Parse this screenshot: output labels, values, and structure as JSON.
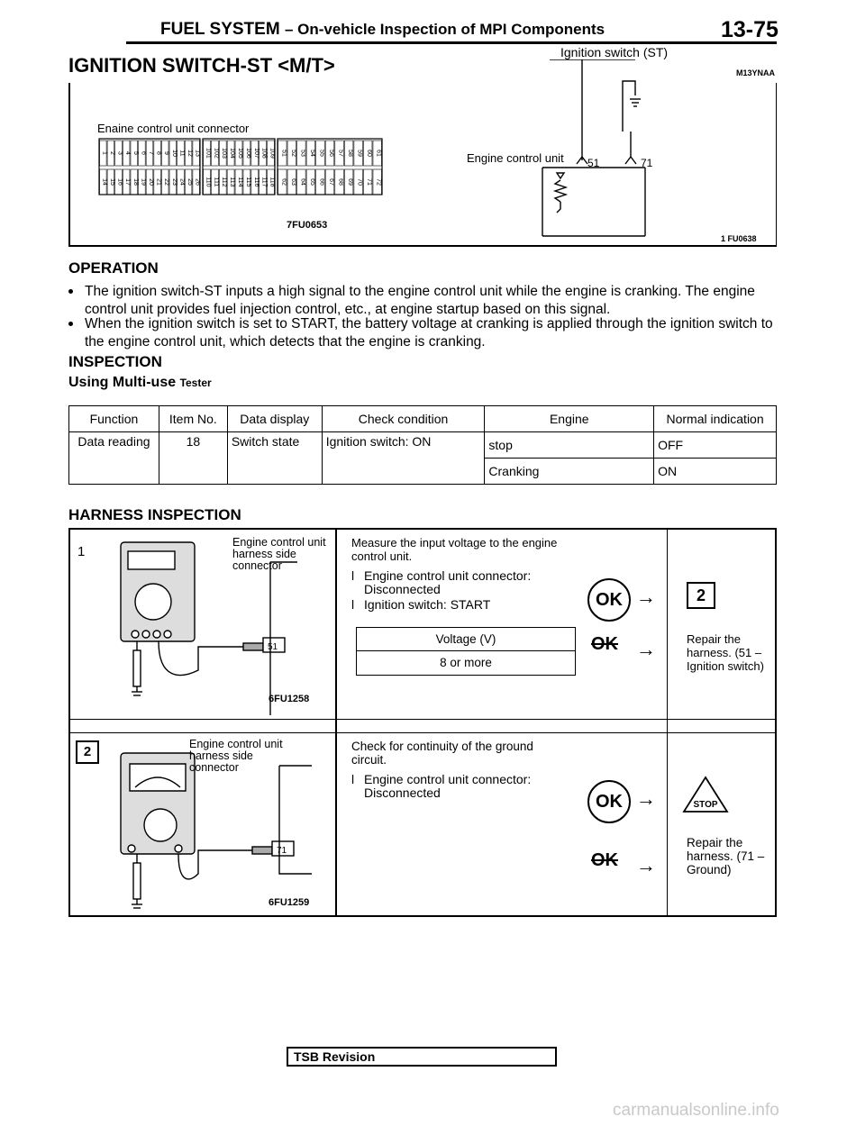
{
  "header": {
    "title": "FUEL SYSTEM",
    "subtitle": "– On-vehicle Inspection of MPI Components",
    "page": "13-75"
  },
  "section_title": "IGNITION SWITCH-ST <M/T>",
  "figure_top": {
    "code_main": "M13YNAA",
    "connector_label": "Enaine control unit connector",
    "connector_pins": {
      "left_top": [
        "1",
        "2",
        "3",
        "4",
        "5",
        "6",
        "7",
        "8",
        "9",
        "10",
        "11",
        "12",
        "13"
      ],
      "left_bottom": [
        "14",
        "15",
        "16",
        "17",
        "18",
        "19",
        "20",
        "21",
        "22",
        "23",
        "24",
        "25",
        "26"
      ],
      "mid_top": [
        "101",
        "102",
        "103",
        "104",
        "105",
        "106",
        "107",
        "108",
        "109"
      ],
      "mid_bottom": [
        "110",
        "111",
        "112",
        "113",
        "114",
        "115",
        "116",
        "117",
        "118"
      ],
      "right_top": [
        "51",
        "52",
        "53",
        "54",
        "55",
        "56",
        "57",
        "58",
        "59",
        "60",
        "61"
      ],
      "right_bottom": [
        "62",
        "63",
        "64",
        "65",
        "66",
        "67",
        "68",
        "69",
        "70",
        "71",
        "72"
      ]
    },
    "connector_code": "7FU0653",
    "ignition_label": "Ignition switch (ST)",
    "ecu_label": "Engine control unit",
    "pin_a": "51",
    "pin_b": "71",
    "circuit_code": "1 FU0638"
  },
  "operation": {
    "heading": "OPERATION",
    "bullets": [
      "The ignition switch-ST inputs a high signal to the engine control unit while the engine is cranking. The engine control unit provides fuel injection control, etc., at engine startup based on this signal.",
      "When the ignition switch is set to START, the battery voltage at cranking is applied through the ignition switch to the engine control unit, which detects that the engine is cranking."
    ]
  },
  "inspection": {
    "heading": "INSPECTION",
    "subheading": "Using Multi-use",
    "subheading_small": "Tester",
    "table": {
      "headers": [
        "Function",
        "Item No.",
        "Data display",
        "Check condition",
        "Engine",
        "Normal indication"
      ],
      "rows": [
        [
          "Data reading",
          "18",
          "Switch state",
          "Ignition switch: ON",
          "stop",
          "OFF"
        ],
        [
          "",
          "",
          "",
          "",
          "Cranking",
          "ON"
        ]
      ]
    }
  },
  "harness": {
    "heading": "HARNESS INSPECTION",
    "step1": {
      "num": "1",
      "label": "Engine control unit harness side connector",
      "pin": "51",
      "code": "6FU1258",
      "instruction": "Measure the input voltage to the engine control unit.",
      "bullets": [
        "Engine control unit connector: Disconnected",
        "Ignition switch: START"
      ],
      "table_header": "Voltage (V)",
      "table_value": "8 or more",
      "ok_label": "OK",
      "ok_result": "2",
      "ng_result": "Repair the harness. (51 – Ignition switch)"
    },
    "step2": {
      "num": "2",
      "label": "Engine control unit harness side connector",
      "pin": "71",
      "code": "6FU1259",
      "instruction": "Check for continuity of the ground circuit.",
      "bullets": [
        "Engine control unit connector: Disconnected"
      ],
      "ok_label": "OK",
      "ok_result": "STOP",
      "ng_result": "Repair the harness. (71 – Ground)"
    }
  },
  "footer": {
    "tsb": "TSB Revision",
    "watermark": "carmanualsonline.info"
  }
}
